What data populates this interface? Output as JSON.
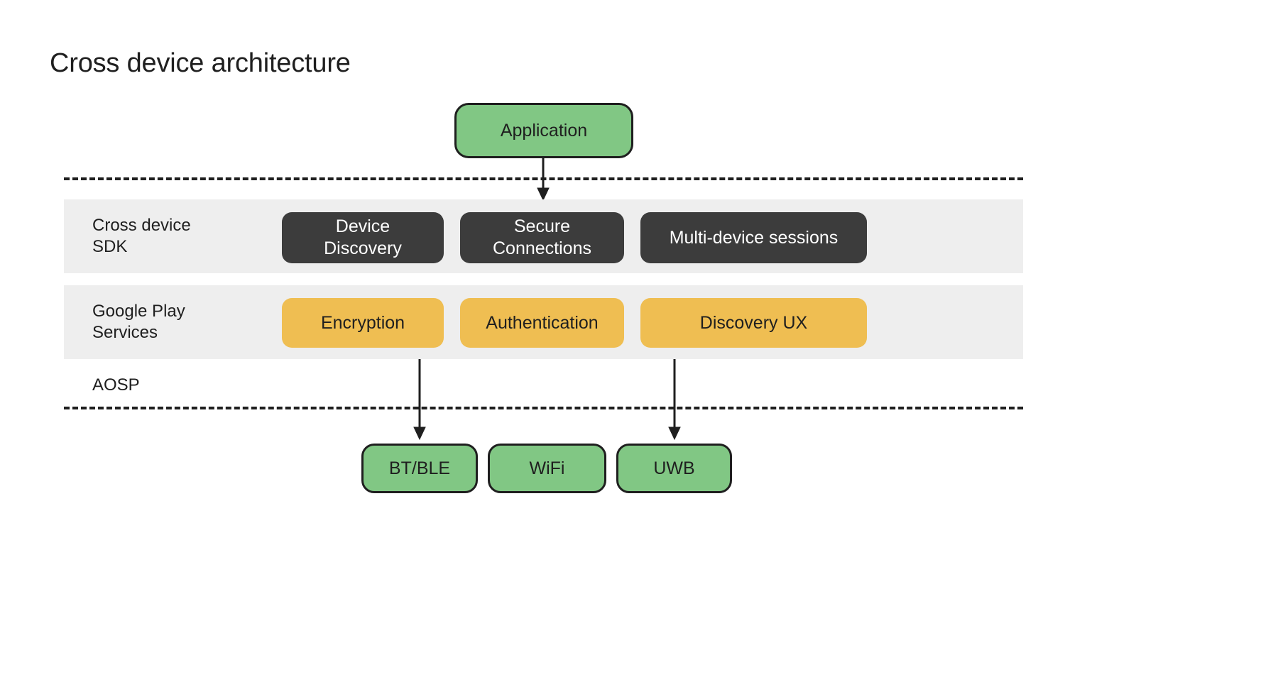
{
  "page": {
    "title": "Cross device architecture",
    "background_color": "#ffffff"
  },
  "colors": {
    "green_node": "#81c784",
    "dark_node": "#3c3c3c",
    "amber_node": "#efbe52",
    "band_gray": "#eeeeee",
    "line_dark": "#1f1f1f",
    "text_dark": "#1f1f1f",
    "text_light": "#ffffff"
  },
  "application": {
    "label": "Application"
  },
  "layers": [
    {
      "id": "cross-device-sdk",
      "label": "Cross device\nSDK",
      "style": "dark",
      "nodes": [
        {
          "id": "device-discovery",
          "label": "Device\nDiscovery"
        },
        {
          "id": "secure-connections",
          "label": "Secure\nConnections"
        },
        {
          "id": "multi-device-sessions",
          "label": "Multi-device sessions"
        }
      ]
    },
    {
      "id": "google-play-services",
      "label": "Google Play\nServices",
      "style": "amber",
      "nodes": [
        {
          "id": "encryption",
          "label": "Encryption"
        },
        {
          "id": "authentication",
          "label": "Authentication"
        },
        {
          "id": "discovery-ux",
          "label": "Discovery UX"
        }
      ]
    }
  ],
  "aosp": {
    "label": "AOSP"
  },
  "radios": [
    {
      "id": "bt-ble",
      "label": "BT/BLE"
    },
    {
      "id": "wifi",
      "label": "WiFi"
    },
    {
      "id": "uwb",
      "label": "UWB"
    }
  ],
  "connections": [
    {
      "id": "app-to-secure-connections",
      "from": "Application",
      "to": "Secure Connections"
    },
    {
      "id": "encryption-to-bt-ble",
      "from": "Encryption",
      "to": "BT/BLE"
    },
    {
      "id": "discovery-ux-to-uwb",
      "from": "Discovery UX",
      "to": "UWB"
    }
  ],
  "boundaries": [
    {
      "id": "boundary-top",
      "style": "dashed"
    },
    {
      "id": "boundary-bottom",
      "style": "dashed"
    }
  ]
}
